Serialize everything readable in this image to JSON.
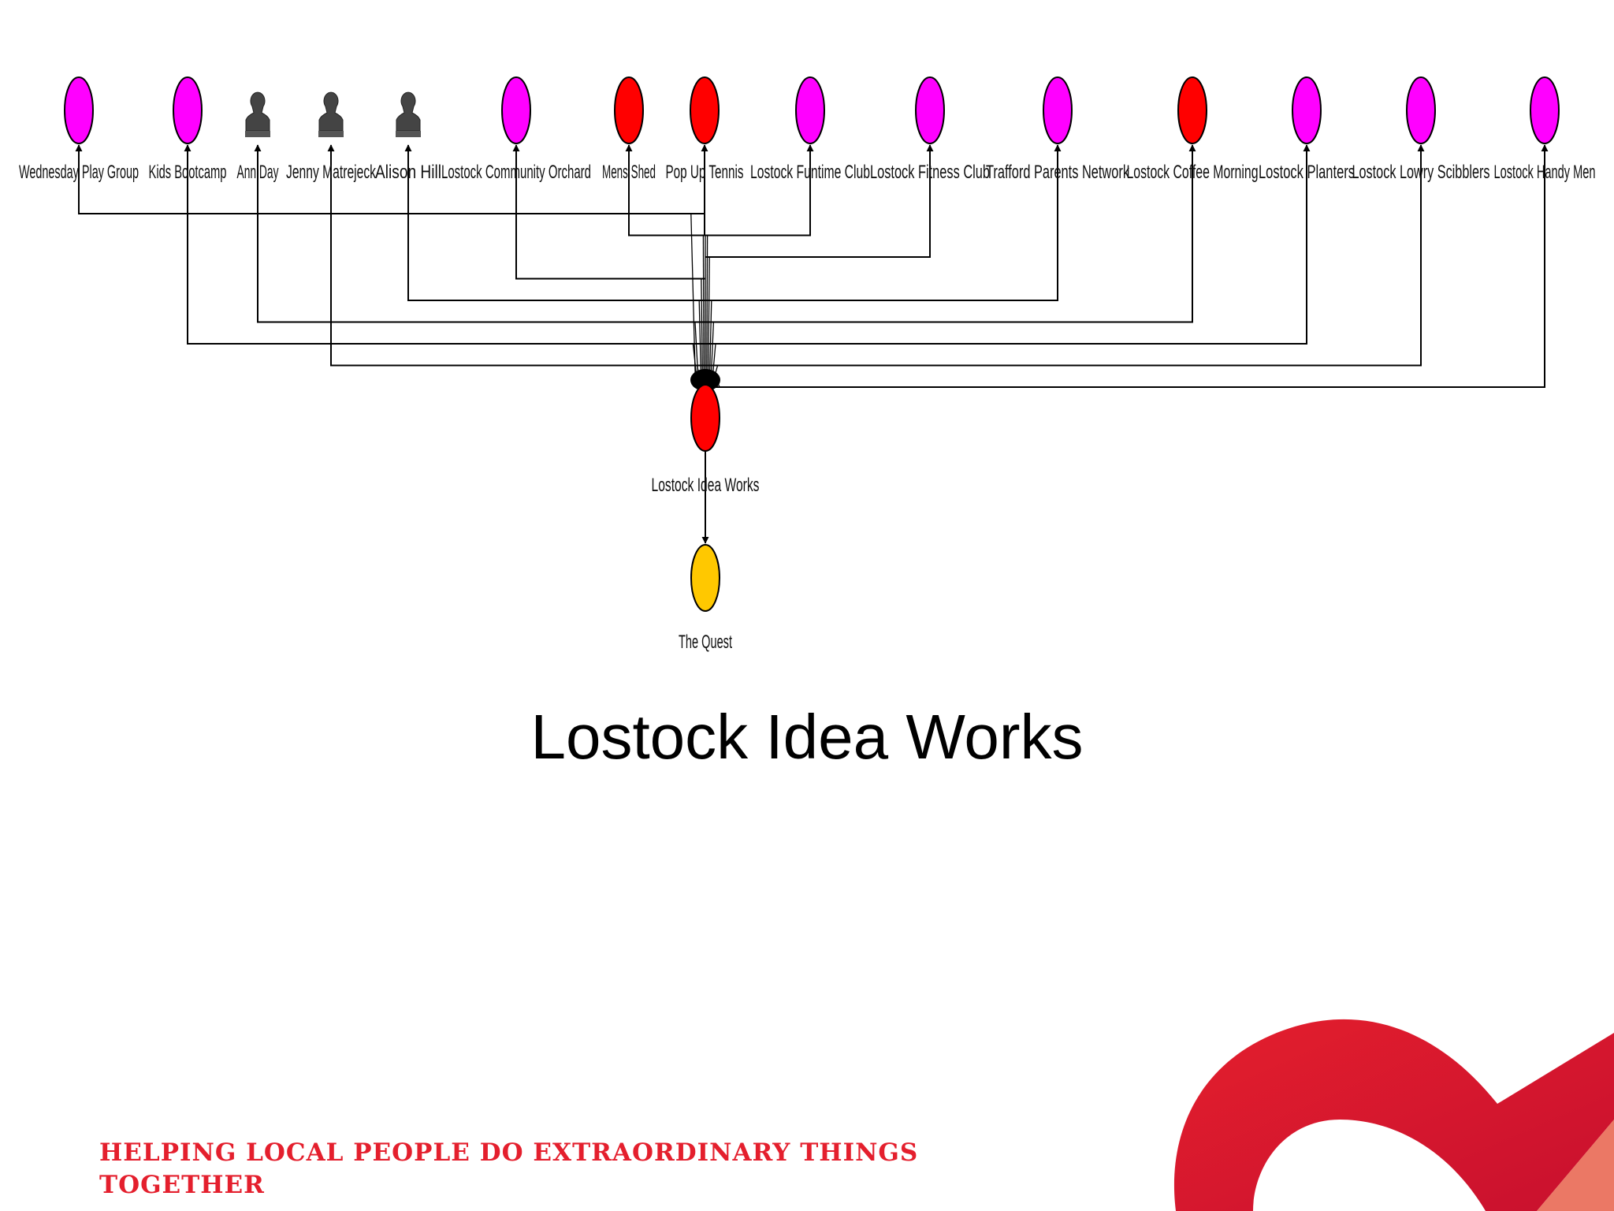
{
  "slide": {
    "title": "Lostock Idea Works",
    "tagline": "HELPING LOCAL PEOPLE DO EXTRAORDINARY THINGS TOGETHER"
  },
  "colors": {
    "group": "#ff00ff",
    "red_node": "#ff0000",
    "person": "#444444",
    "quest": "#ffc800",
    "brand_red": "#e41f2d"
  },
  "diagram": {
    "top_nodes": [
      {
        "label": "Wednesday Play Group",
        "kind": "group"
      },
      {
        "label": "Kids Bootcamp",
        "kind": "group"
      },
      {
        "label": "Ann Day",
        "kind": "person"
      },
      {
        "label": "Jenny Matrejeck",
        "kind": "person"
      },
      {
        "label": "Alison Hill",
        "kind": "person"
      },
      {
        "label": "Lostock Community Orchard",
        "kind": "group"
      },
      {
        "label": "Mens Shed",
        "kind": "red"
      },
      {
        "label": "Pop Up Tennis",
        "kind": "red"
      },
      {
        "label": "Lostock Funtime Club",
        "kind": "group"
      },
      {
        "label": "Lostock Fitness Club",
        "kind": "group"
      },
      {
        "label": "Trafford Parents Network",
        "kind": "group"
      },
      {
        "label": "Lostock Coffee Morning",
        "kind": "red"
      },
      {
        "label": "Lostock Planters",
        "kind": "group"
      },
      {
        "label": "Lostock Lowry Scibblers",
        "kind": "group"
      },
      {
        "label": "Lostock Handy Men",
        "kind": "group"
      }
    ],
    "hub": {
      "label": "Lostock Idea Works",
      "kind": "red"
    },
    "end": {
      "label": "The Quest",
      "kind": "quest"
    }
  }
}
